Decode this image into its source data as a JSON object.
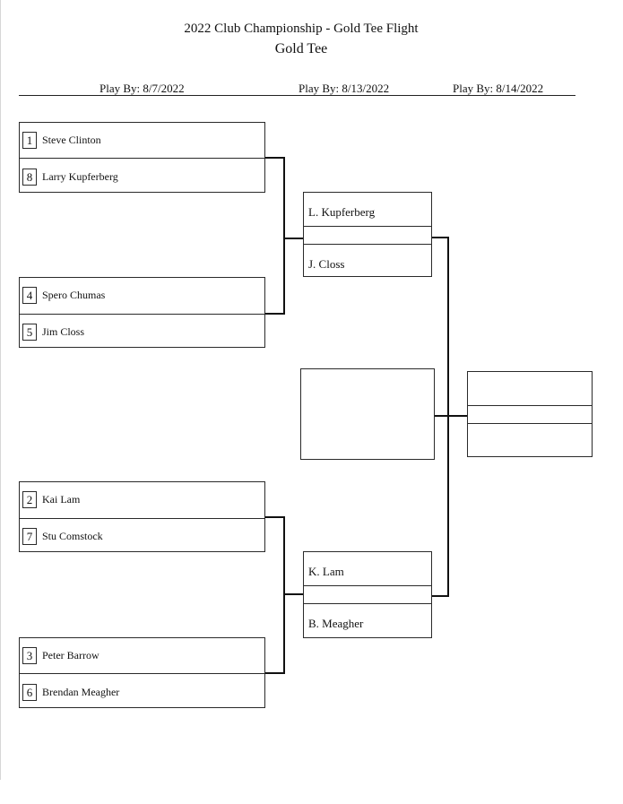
{
  "header": {
    "title": "2022 Club Championship - Gold Tee Flight",
    "subtitle": "Gold Tee"
  },
  "rounds": [
    {
      "play_by": "Play By:  8/7/2022"
    },
    {
      "play_by": "Play By:  8/13/2022"
    },
    {
      "play_by": "Play By:  8/14/2022"
    }
  ],
  "round1": [
    {
      "seed": "1",
      "name": "Steve Clinton"
    },
    {
      "seed": "8",
      "name": "Larry Kupferberg"
    },
    {
      "seed": "4",
      "name": "Spero Chumas"
    },
    {
      "seed": "5",
      "name": "Jim Closs"
    },
    {
      "seed": "2",
      "name": "Kai Lam"
    },
    {
      "seed": "7",
      "name": "Stu Comstock"
    },
    {
      "seed": "3",
      "name": "Peter Barrow"
    },
    {
      "seed": "6",
      "name": "Brendan Meagher"
    }
  ],
  "round2": [
    {
      "name": "L. Kupferberg"
    },
    {
      "name": "J. Closs"
    },
    {
      "name": "K. Lam"
    },
    {
      "name": "B. Meagher"
    }
  ],
  "final": {
    "top": "",
    "bottom": ""
  },
  "champion": ""
}
